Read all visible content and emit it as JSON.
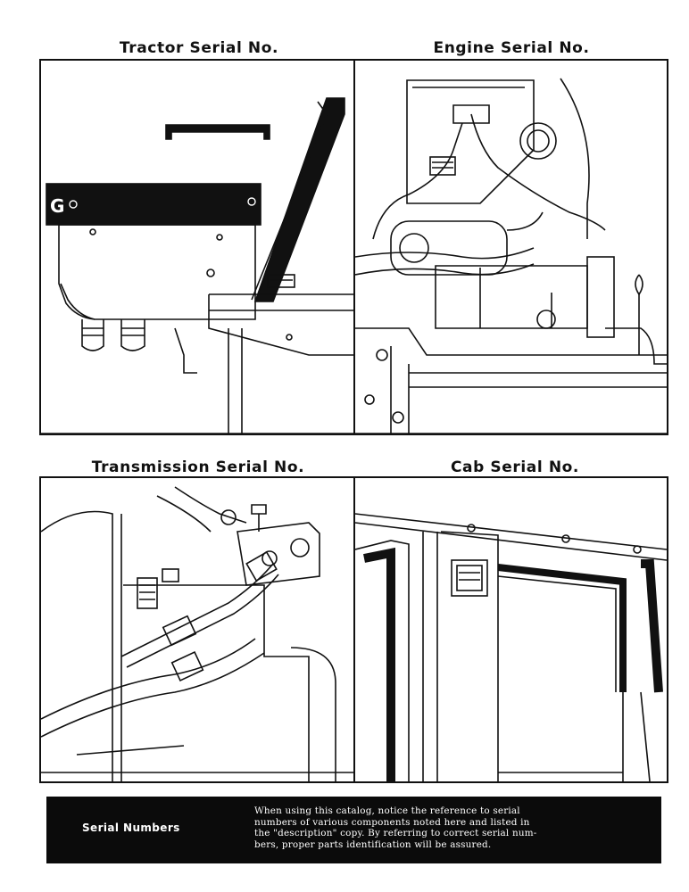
{
  "captions": {
    "tractor": "Tractor Serial No.",
    "engine": "Engine Serial No.",
    "transmission": "Transmission Serial No.",
    "cab": "Cab Serial No."
  },
  "illustrations": {
    "tractor_panel_letter": "G"
  },
  "footer": {
    "title": "Serial Numbers",
    "text": "When using this catalog, notice the reference to serial\nnumbers of various components noted here and listed in\nthe \"description\" copy. By referring to correct serial num-\nbers, proper parts identification will be assured."
  },
  "colors": {
    "ink": "#111111",
    "paper": "#ffffff",
    "footer_background": "#0b0b0b"
  }
}
